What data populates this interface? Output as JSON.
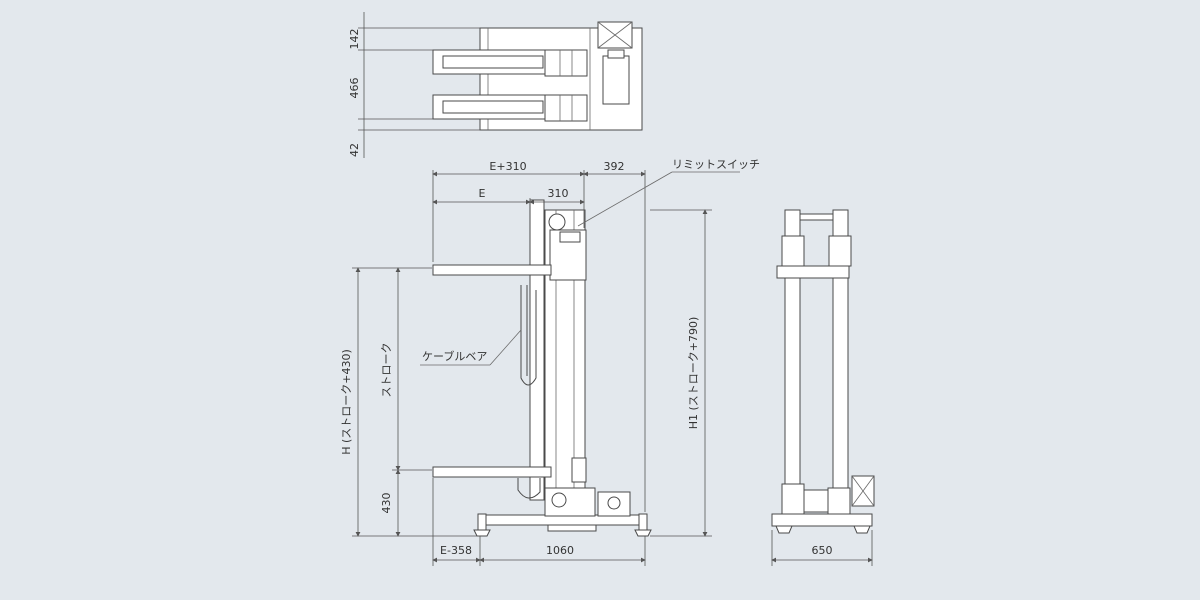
{
  "top_view": {
    "dimensions": [
      "142",
      "466",
      "42"
    ]
  },
  "front_view": {
    "dimensions": {
      "e_plus_310": "E+310",
      "d392": "392",
      "e": "E",
      "d310": "310",
      "h": "H (ストローク+430)",
      "stroke": "ストローク",
      "d430": "430",
      "h1": "H1 (ストローク+790)",
      "e_minus_358": "E-358",
      "d1060": "1060"
    },
    "labels": {
      "limit_switch": "リミットスイッチ",
      "cable_bear": "ケーブルベア"
    }
  },
  "side_view": {
    "dimensions": {
      "d650": "650"
    }
  }
}
